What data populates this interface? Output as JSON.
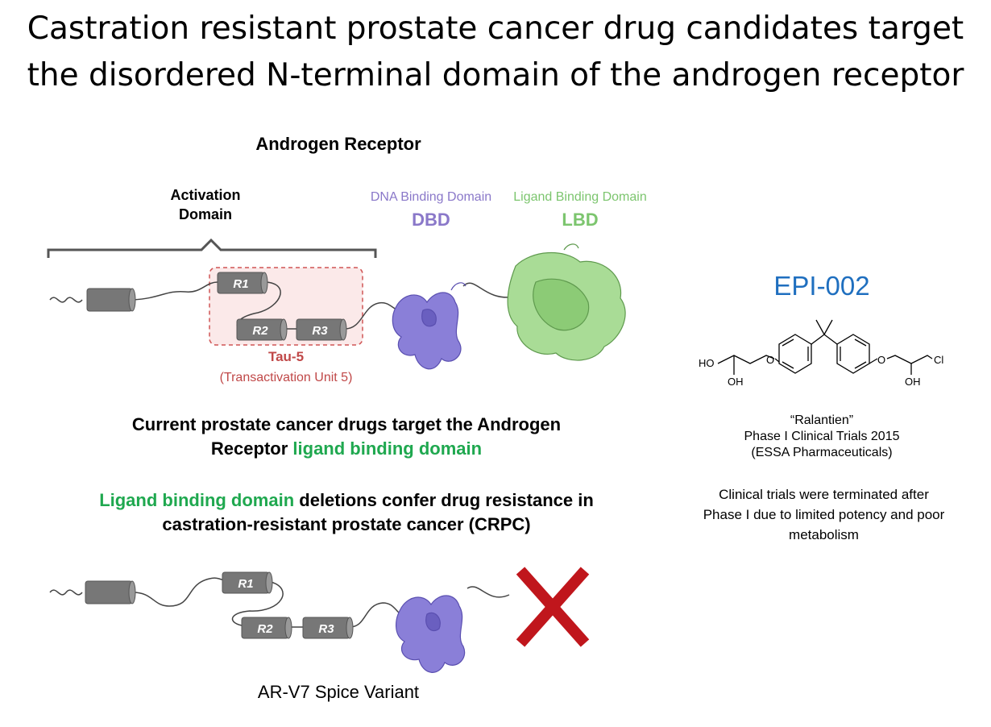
{
  "slide": {
    "title_line1": "Castration resistant prostate cancer drug candidates target",
    "title_line2": "the disordered N-terminal domain of the androgen receptor"
  },
  "receptor": {
    "heading": "Androgen Receptor",
    "activation_line1": "Activation",
    "activation_line2": "Domain",
    "dbd_label": "DNA Binding Domain",
    "dbd_abbr": "DBD",
    "lbd_label": "Ligand Binding Domain",
    "lbd_abbr": "LBD",
    "r1": "R1",
    "r2": "R2",
    "r3": "R3",
    "tau_label": "Tau-5",
    "tau_sub": "(Transactivation Unit 5)"
  },
  "statements": {
    "s1_part1": "Current prostate cancer drugs target the Androgen",
    "s1_part2": "Receptor ",
    "s1_green": "ligand binding domain",
    "s2_green": "Ligand binding domain",
    "s2_part1": " deletions confer drug resistance in",
    "s2_part2": "castration-resistant prostate cancer (CRPC)"
  },
  "variant": {
    "r1": "R1",
    "r2": "R2",
    "r3": "R3",
    "caption": "AR-V7 Spice Variant"
  },
  "drug": {
    "name": "EPI-002",
    "atoms": {
      "ho": "HO",
      "oh_left": "OH",
      "o_left": "O",
      "o_right": "O",
      "oh_right": "OH",
      "cl": "Cl"
    },
    "brand": "“Ralantien”",
    "trial": "Phase I Clinical Trials 2015",
    "company": "(ESSA Pharmaceuticals)",
    "note_line1": "Clinical trials were terminated after",
    "note_line2": "Phase I due to limited potency and poor",
    "note_line3": "metabolism"
  },
  "colors": {
    "green_text": "#1fa84f",
    "dbd_purple": "#8a78c9",
    "lbd_green": "#7cc56e",
    "tau_red": "#c04848",
    "drug_blue": "#1f6fbf",
    "cross_red": "#c0161c",
    "cylinder_gray": "#777777"
  }
}
